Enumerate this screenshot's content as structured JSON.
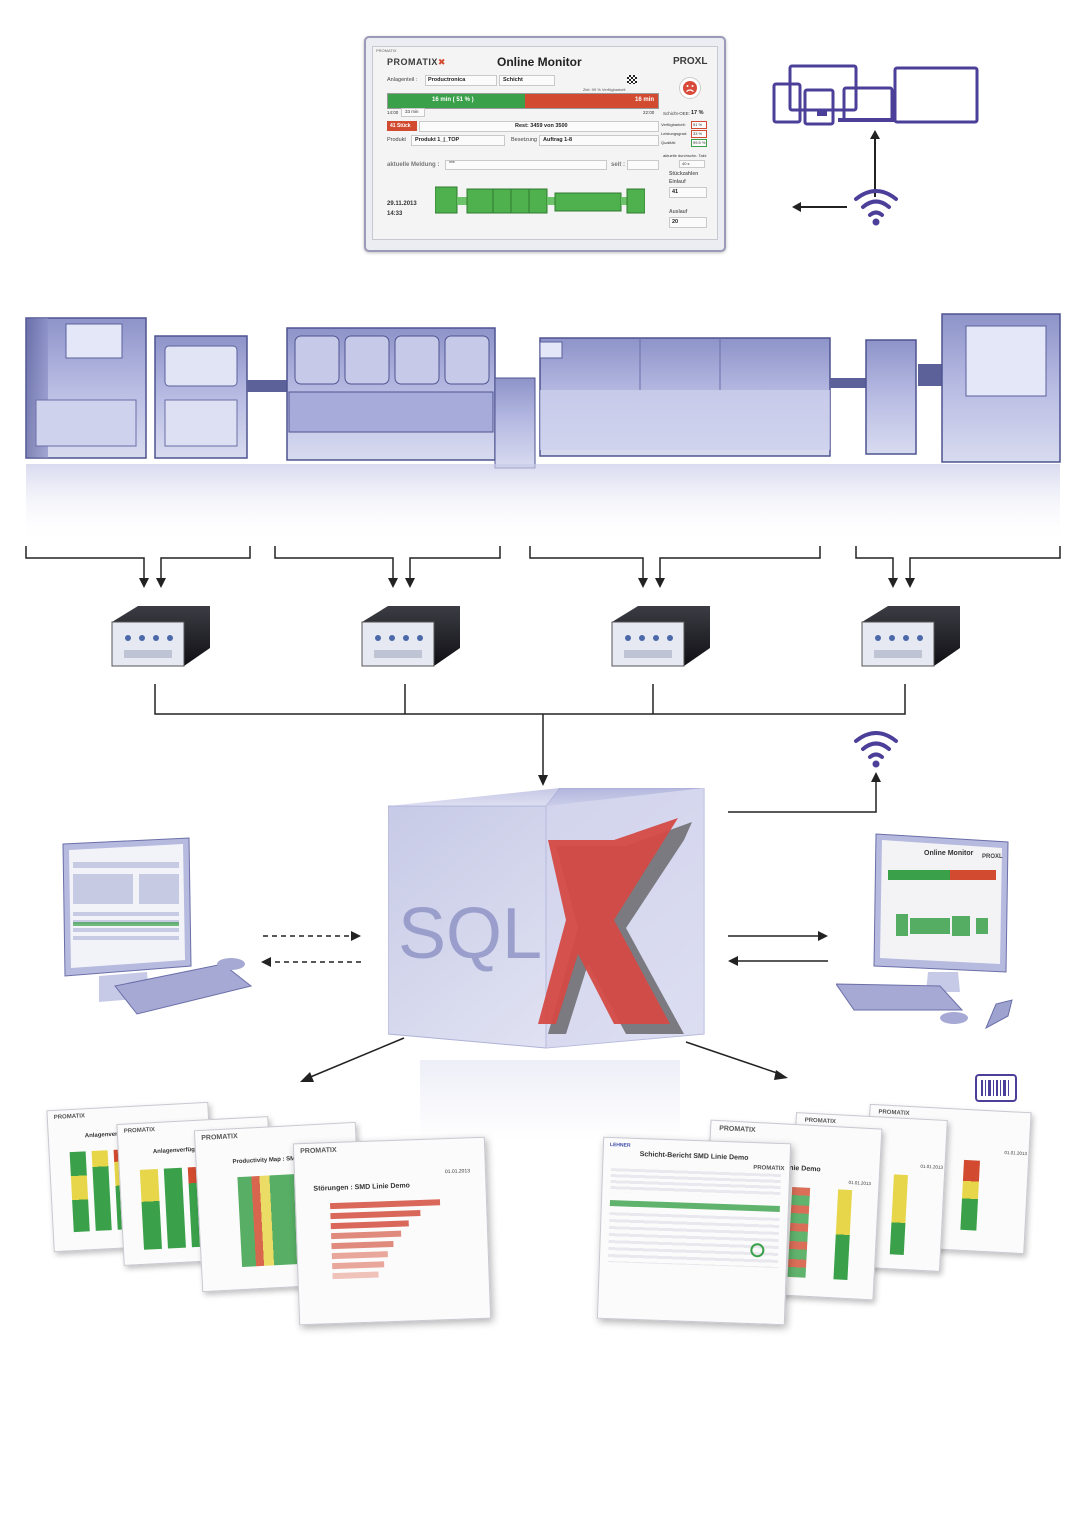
{
  "online_monitor": {
    "header_tag": "PROMATIX",
    "brand": "PROMATIX",
    "title": "Online Monitor",
    "prox": "PROXL",
    "anlagenteil_label": "Anlagenteil :",
    "anlagenteil_value": "Productronica",
    "schicht_label": "Schicht",
    "bar_note": "Ziel: 99 % Verfügbarkeit",
    "bar_green": "16 min ( 51 % )",
    "bar_red": "16 min",
    "time_start": "14:00",
    "time_mid": "33 min",
    "time_end": "22:00",
    "oee_label": "Schicht-OEE:",
    "oee_value": "17 %",
    "stueck": "41 Stück",
    "rest": "Rest: 3459 von 3500",
    "verfuegbarkeit_label": "Verfügbarkeit:",
    "verfuegbarkeit_value": "51 %",
    "leistungsgrad_label": "Leistungsgrad:",
    "leistungsgrad_value": "33 %",
    "qualitaet_label": "Qualität:",
    "qualitaet_value": "99.5 %",
    "produkt_label": "Produkt",
    "produkt_value": "Produkt 1_|_TOP",
    "besetzung_label": "Besetzung",
    "auftrag_value": "Auftrag 1-8",
    "takt_label": "aktuelle durchschn. Takt:",
    "takt_value": "40 s",
    "meldung_label": "aktuelle Meldung :",
    "meldung_value": "***",
    "seit_label": "seit :",
    "stueckzahlen_label": "Stückzahlen",
    "einlauf_label": "Einlauf",
    "einlauf_value": "41",
    "auslauf_label": "Auslauf",
    "auslauf_value": "20",
    "date": "29.11.2013",
    "time": "14:33"
  },
  "cube": {
    "sql_label": "SQL",
    "x_label": "X"
  },
  "reports_left": [
    {
      "title": "Anlagenverfügb",
      "brand": "PROMATIX"
    },
    {
      "title": "Anlagenverfügbarkeit",
      "brand": "PROMATIX"
    },
    {
      "title": "Productivity Map : SMD Lin",
      "brand": "PROMATIX"
    },
    {
      "title": "Störungen : SMD Linie Demo",
      "brand": "PROMATIX",
      "date": "01.01.2013"
    }
  ],
  "reports_right": [
    {
      "title": "Schicht-Bericht SMD Linie Demo",
      "brand": "PROMATIX",
      "tag": "LEHNER"
    },
    {
      "title": "nie Demo",
      "brand": "PROMATIX",
      "date": "01.01.2013"
    },
    {
      "title": "",
      "brand": "PROMATIX",
      "date": "01.01.2013"
    },
    {
      "title": "",
      "brand": "PROMATIX",
      "date": "01.01.2013"
    }
  ],
  "right_monitor": {
    "title": "Online Monitor",
    "prox": "PROXL"
  },
  "colors": {
    "line_blue": "#b7b9dc",
    "device_purple": "#4b3f9a",
    "green": "#3aa14a",
    "red": "#d24b30"
  },
  "icons": [
    "wifi-icon",
    "devices-icon",
    "barcode-icon",
    "arrow-icon"
  ]
}
